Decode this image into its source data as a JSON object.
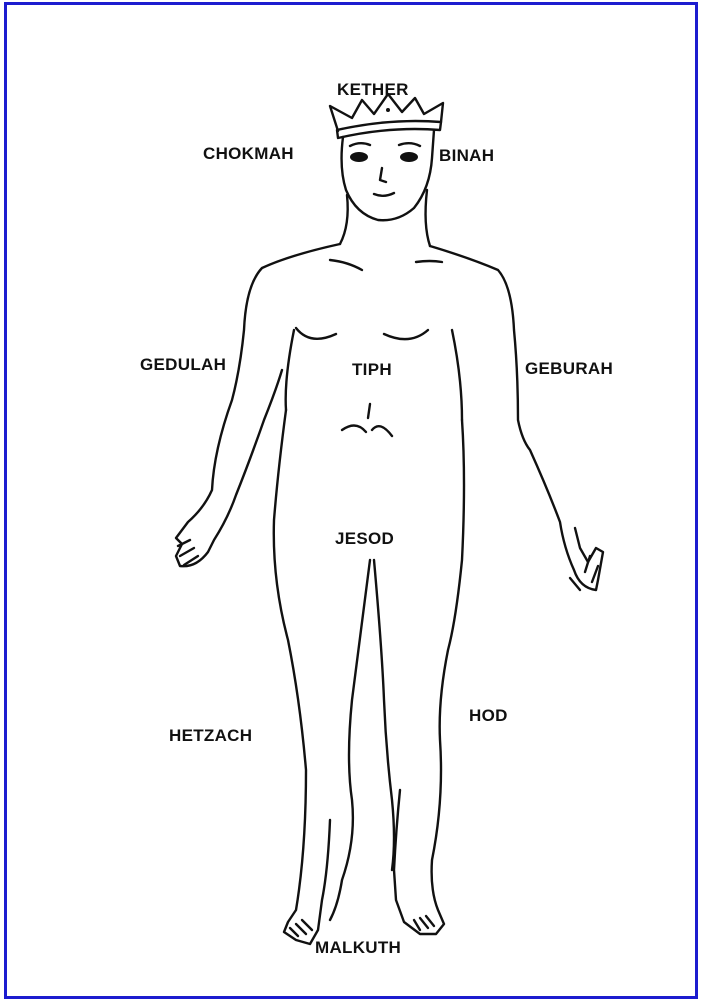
{
  "colors": {
    "frame": "#1c1ccf",
    "ink": "#111111",
    "background": "#ffffff"
  },
  "labels": {
    "kether": "KETHER",
    "chokmah": "CHOKMAH",
    "binah": "BINAH",
    "gedulah": "GEDULAH",
    "tiph": "TIPH",
    "geburah": "GEBURAH",
    "jesod": "JESOD",
    "hetzach": "HETZACH",
    "hod": "HOD",
    "malkuth": "MALKUTH"
  }
}
